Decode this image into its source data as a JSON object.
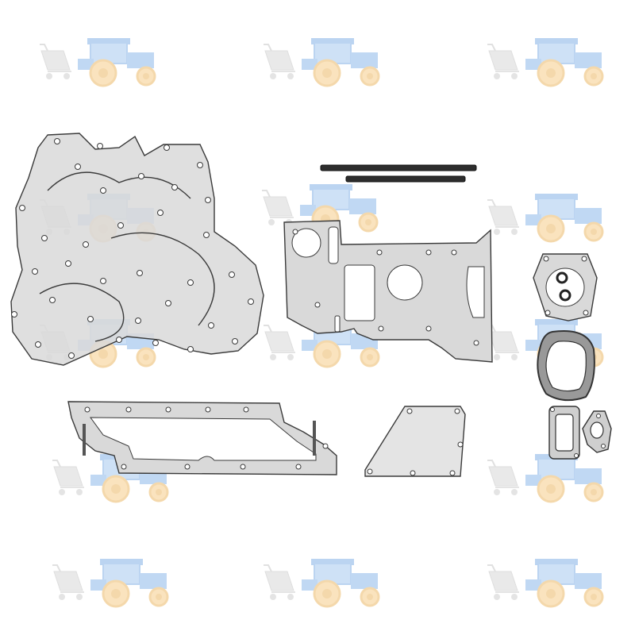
{
  "image": {
    "background_color": "#ffffff",
    "watermark": {
      "icon": "tractor-icon",
      "colors": {
        "tractor_body": "#6fa8e8",
        "wheel": "#f0b24a",
        "stroller": "#b9b9b9"
      },
      "count": 13
    },
    "product": {
      "description_icon": "gasket-set-icon",
      "parts": [
        "timing-cover-gasket",
        "sealing-strip-long",
        "sealing-strip-short",
        "engine-plate-gasket",
        "round-flange-gasket",
        "o-ring-top",
        "o-ring-bottom",
        "oval-gasket",
        "oil-pan-gasket",
        "cover-plate-gasket",
        "rectangular-gasket",
        "small-flange-gasket"
      ],
      "colors": {
        "gasket": "#d9d9d9",
        "outline": "#3a3a3a",
        "strip": "#2d2d2d"
      }
    }
  }
}
